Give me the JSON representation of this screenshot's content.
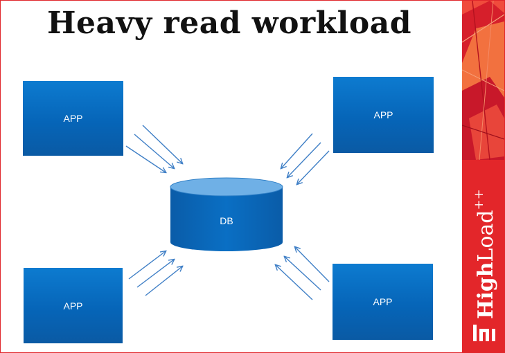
{
  "title": "Heavy read workload",
  "nodes": {
    "app_top_left": "APP",
    "app_top_right": "APP",
    "app_bottom_left": "APP",
    "app_bottom_right": "APP",
    "db": "DB"
  },
  "brand": {
    "name": "HighLoad",
    "name_part1": "High",
    "name_part2": "Load",
    "suffix": "++"
  },
  "colors": {
    "box_blue": "#0668b8",
    "db_top": "#6fb0e6",
    "arrow": "#3f7fc6",
    "brand_red": "#e3262a",
    "border": "#e0262a"
  }
}
